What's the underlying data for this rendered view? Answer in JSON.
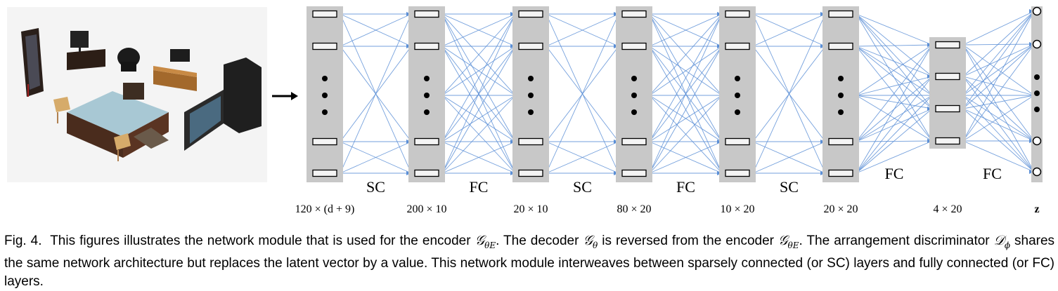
{
  "figure": {
    "layers": [
      {
        "dim": "120 × (d + 9)",
        "kind": "cell",
        "tall": true
      },
      {
        "dim": "200 × 10",
        "kind": "cell",
        "tall": true
      },
      {
        "dim": "20 × 10",
        "kind": "cell",
        "tall": true
      },
      {
        "dim": "80 × 20",
        "kind": "cell",
        "tall": true
      },
      {
        "dim": "10 × 20",
        "kind": "cell",
        "tall": true
      },
      {
        "dim": "20 × 20",
        "kind": "cell",
        "tall": true
      },
      {
        "dim": "4 × 20",
        "kind": "cell",
        "tall": false
      },
      {
        "dim": "z",
        "kind": "circle",
        "tall": true
      }
    ],
    "connections": [
      "SC",
      "FC",
      "SC",
      "FC",
      "SC",
      "FC",
      "FC"
    ],
    "colors": {
      "layer_fill": "#c8c8c8",
      "edge": "#5b8fd6",
      "arrow": "#000000"
    }
  },
  "caption": {
    "fig": "Fig. 4.",
    "t1": "This figures illustrates the network module that is used for the encoder",
    "t2": ". The decoder",
    "t3": "is reversed from the encoder",
    "t4": ". The arrangement discriminator",
    "t5": "shares the same network architecture but replaces the latent vector by a value. This network module interweaves between sparsely connected (or SC) layers and fully connected (or FC) layers.",
    "g_sym": "𝒢",
    "g_sub": "θE",
    "theta": "θ",
    "d_sym": "𝒟",
    "d_sub": "ϕ"
  }
}
